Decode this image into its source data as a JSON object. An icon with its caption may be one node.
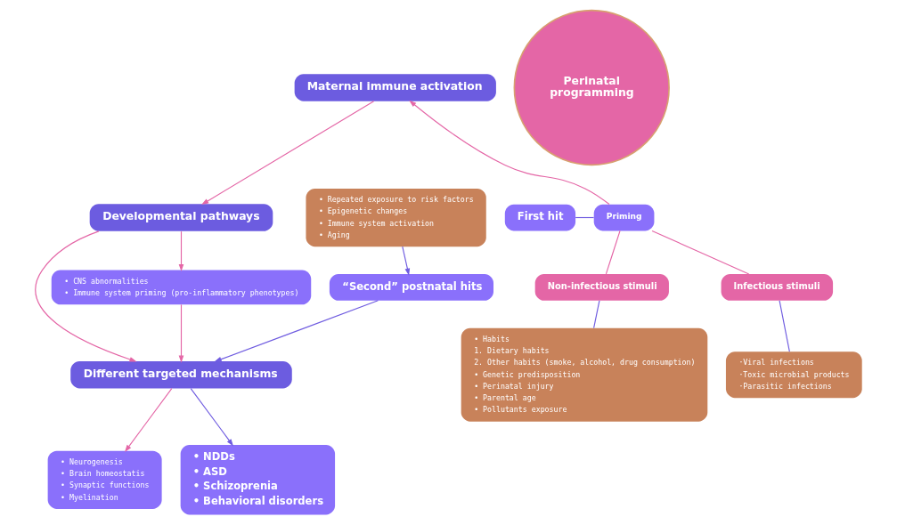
{
  "diagram": {
    "nodes": [
      {
        "text": [
          "Maternal immune activation"
        ]
      },
      {
        "text": [
          "Perinatal programming"
        ]
      },
      {
        "text": [
          "• Repeated exposure to risk factors",
          "• Epigenetic changes",
          "• Immune system activation",
          "• Aging"
        ]
      },
      {
        "text": [
          "First hit"
        ]
      },
      {
        "text": [
          "Priming"
        ]
      },
      {
        "text": [
          "Developmental pathways"
        ]
      },
      {
        "text": [
          "• CNS abnormalities",
          "• Immune system priming (pro-inflammatory phenotypes)"
        ]
      },
      {
        "text": [
          "“Second” postnatal hits"
        ]
      },
      {
        "text": [
          "Infectious stimuli"
        ]
      },
      {
        "text": [
          "Non-infectious stimuli"
        ]
      },
      {
        "text": [
          "·Viral infections",
          "·Toxic microbial products",
          "·Parasitic infections"
        ]
      },
      {
        "text": [
          "• Habits",
          "1. Dietary habits",
          "2. Other habits (smoke, alcohol, drug consumption)",
          "• Genetic predisposition",
          "• Perinatal injury",
          "• Parental age",
          "• Pollutants exposure"
        ]
      },
      {
        "text": [
          "Different targeted mechanisms"
        ]
      },
      {
        "text": [
          "• Neurogenesis",
          "• Brain homeostatis",
          "• Synaptic functions",
          "• Myelination"
        ]
      },
      {
        "text": [
          "• NDDs",
          "• ASD",
          "• Schizoprenia",
          "• Behavioral disorders"
        ]
      }
    ],
    "edges": [
      {
        "from": 4,
        "to": 0,
        "arrow": "to"
      },
      {
        "from": 3,
        "to": 4,
        "arrow": "none",
        "color": "#6f5ce0"
      },
      {
        "from": 4,
        "to": 8,
        "arrow": "none"
      },
      {
        "from": 4,
        "to": 9,
        "arrow": "none"
      },
      {
        "from": 8,
        "to": 10,
        "arrow": "none",
        "color": "#6f5ce0"
      },
      {
        "from": 9,
        "to": 11,
        "arrow": "none",
        "color": "#6f5ce0"
      },
      {
        "from": 0,
        "to": 5,
        "arrow": "to"
      },
      {
        "from": 2,
        "to": 7,
        "arrow": "to",
        "color": "#6f5ce0"
      },
      {
        "from": 5,
        "to": 6,
        "arrow": "to"
      },
      {
        "from": 5,
        "to": 12,
        "arrow": "to"
      },
      {
        "from": 6,
        "to": 12,
        "arrow": "to"
      },
      {
        "from": 7,
        "to": 12,
        "arrow": "to",
        "color": "#6f5ce0"
      },
      {
        "from": 12,
        "to": 13,
        "arrow": "to"
      },
      {
        "from": 12,
        "to": 14,
        "arrow": "to",
        "color": "#6f5ce0"
      }
    ]
  }
}
